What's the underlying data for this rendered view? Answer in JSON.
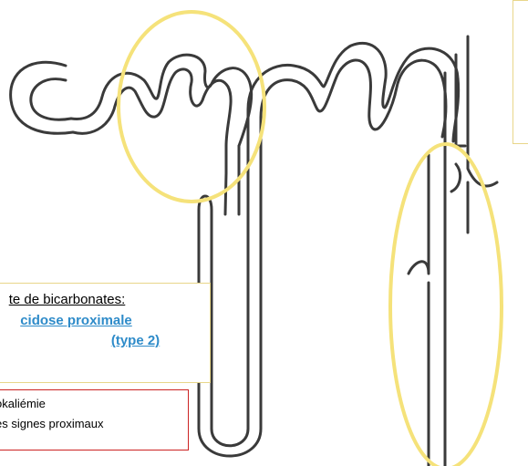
{
  "diagram": {
    "highlight_color": "#f5e27a",
    "bicarb_box": {
      "line1": "te de bicarbonates:",
      "line2": "cidose proximale",
      "line3": "(type 2)",
      "link_color": "#2e8bc9"
    },
    "signs_box": {
      "item1": "okaliémie",
      "item2": "es signes proximaux",
      "border_color": "#cc2222"
    }
  }
}
